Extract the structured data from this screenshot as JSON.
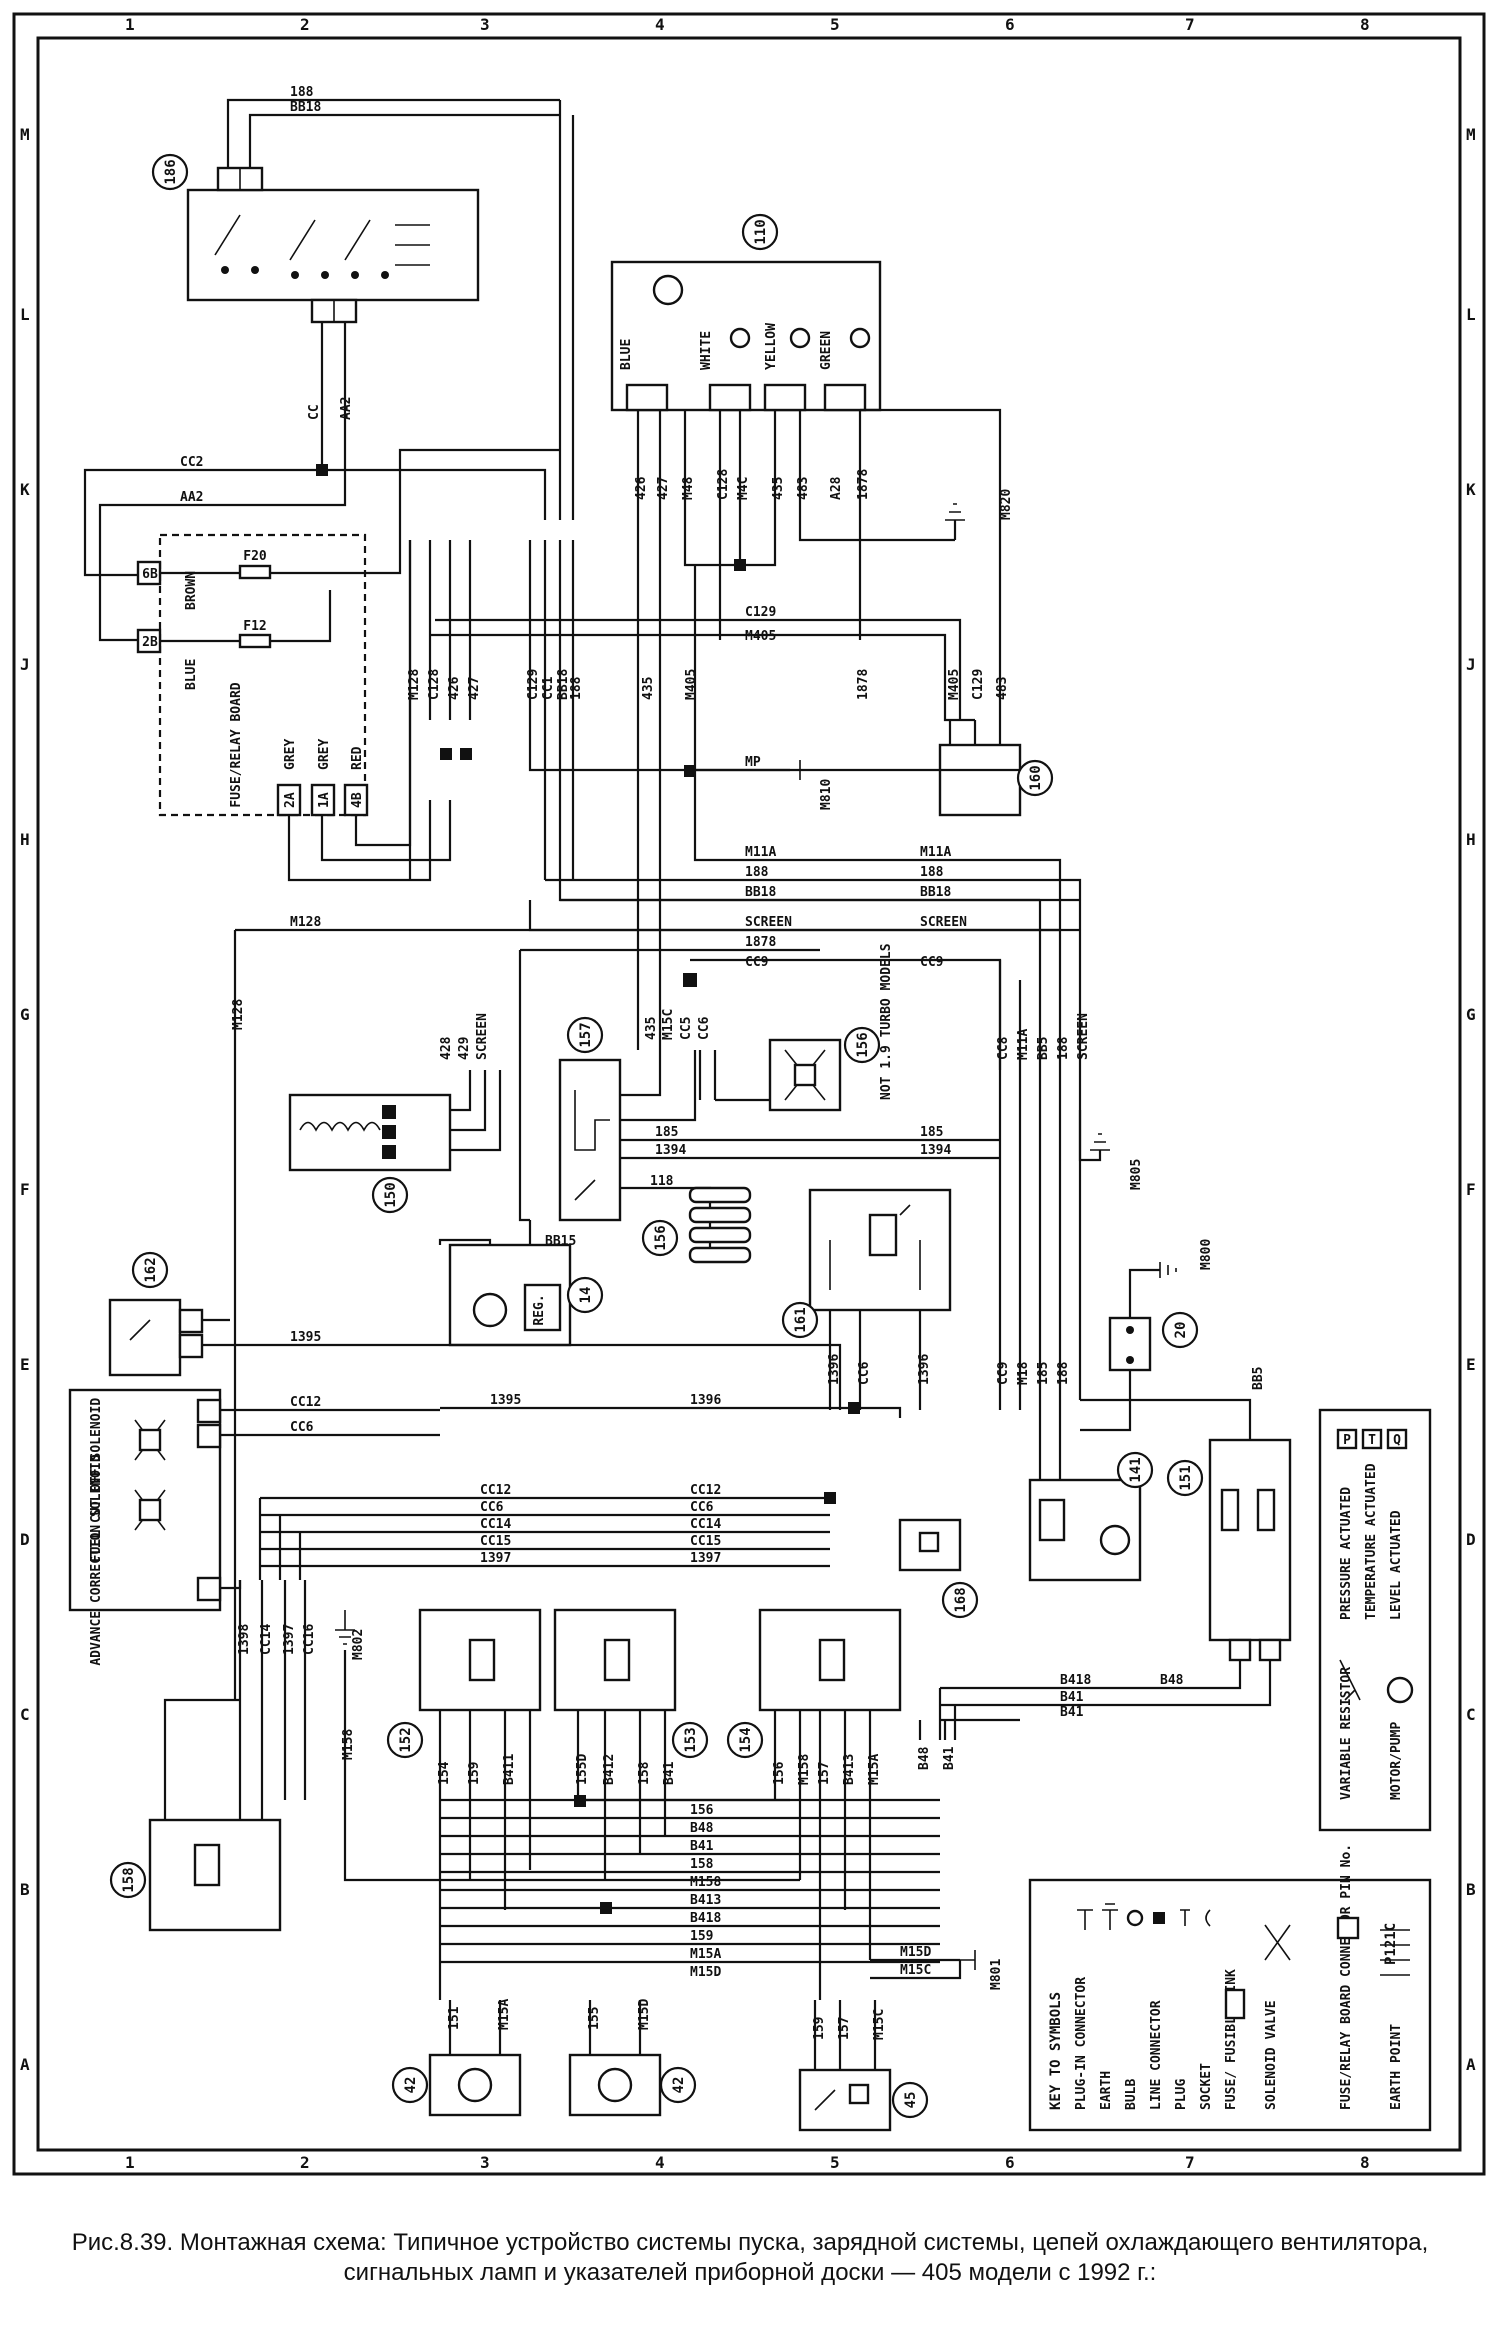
{
  "caption": {
    "line1": "Рис.8.39. Монтажная схема: Типичное устройство системы пуска, зарядной системы, цепей охлаждающего вентилятора,",
    "line2": "сигнальных ламп и указателей приборной доски — 405 модели с 1992 г.:"
  },
  "grid": {
    "columns": [
      "1",
      "2",
      "3",
      "4",
      "5",
      "6",
      "7",
      "8"
    ],
    "rows": [
      "A",
      "B",
      "C",
      "D",
      "E",
      "F",
      "G",
      "H",
      "J",
      "K",
      "L",
      "M"
    ]
  },
  "components": {
    "c186": "186",
    "c110": "110",
    "c160": "160",
    "c157": "157",
    "c156a": "156",
    "c156b": "156",
    "c150": "150",
    "c14": "14",
    "c162": "162",
    "c161": "161",
    "c20": "20",
    "c168": "168",
    "c141": "141",
    "c151": "151",
    "c152": "152",
    "c153": "153",
    "c154": "154",
    "c158": "158",
    "c42a": "42",
    "c42b": "42",
    "c45": "45",
    "c46_label": "NOT 1.9 TURBO MODELS",
    "fuse_board": "FUSE/RELAY BOARD",
    "fuel_cutoff": "FUEL CUT OFF SOLENOID",
    "advance_correction": "ADVANCE CORRECTION SOLENOID",
    "reg": "REG."
  },
  "earth_points": [
    "M820",
    "M810",
    "M805",
    "M800",
    "M802",
    "M801"
  ],
  "wire_labels": {
    "top": [
      "188",
      "BB18",
      "CC",
      "AA2",
      "CC2",
      "AA2",
      "F20",
      "F12",
      "BROWN",
      "BLUE",
      "GREY",
      "GREY",
      "RED",
      "2A",
      "1A",
      "4B",
      "6B",
      "2B"
    ],
    "instrument": [
      "BLUE",
      "WHITE",
      "YELLOW",
      "GREEN",
      "426",
      "427",
      "M48",
      "C128",
      "M4C",
      "435",
      "483",
      "A28",
      "1878",
      "C129",
      "M405",
      "M405",
      "C129",
      "483"
    ],
    "mid": [
      "M128",
      "C128",
      "426",
      "427",
      "C129",
      "CC1",
      "BB18",
      "188",
      "435",
      "M405",
      "1878",
      "MP",
      "M11A",
      "188",
      "BB18",
      "SCREEN",
      "1878",
      "CC9",
      "M11A",
      "188",
      "BB18",
      "SCREEN",
      "CC9",
      "428",
      "429",
      "SCREEN",
      "M128"
    ],
    "lower": [
      "435",
      "M15C",
      "CC5",
      "CC6",
      "CC8",
      "M11A",
      "BB5",
      "188",
      "SCREEN",
      "185",
      "1394",
      "118",
      "BB15",
      "185",
      "1394",
      "1395",
      "1396",
      "1395",
      "1396",
      "CC12",
      "CC6",
      "CC9",
      "M18",
      "185",
      "188",
      "BB5"
    ],
    "bottom": [
      "CC12",
      "CC6",
      "CC14",
      "CC15",
      "1397",
      "CC12",
      "CC6",
      "CC14",
      "CC15",
      "1397",
      "1398",
      "CC14",
      "1397",
      "CC16",
      "M158",
      "154",
      "159",
      "B411",
      "155D",
      "B412",
      "158",
      "B41",
      "156",
      "M158",
      "157",
      "B413",
      "M15A",
      "B48",
      "B41",
      "B48",
      "B41",
      "B418",
      "156",
      "B48",
      "B41",
      "158",
      "M158",
      "B413",
      "B418",
      "159",
      "M15A",
      "M15D",
      "M15D",
      "M15C",
      "151",
      "M15A",
      "155",
      "M15D",
      "159",
      "157",
      "M15C"
    ]
  },
  "key": {
    "title": "KEY TO SYMBOLS",
    "items": [
      "PLUG-IN CONNECTOR",
      "EARTH",
      "BULB",
      "LINE CONNECTOR",
      "PLUG",
      "SOCKET",
      "FUSE/ FUSIBLE LINK",
      "SOLENOID VALVE",
      "FUSE/RELAY BOARD CONNECTOR PIN No.",
      "EARTH POINT"
    ],
    "earth_code": "P121C",
    "right_items": [
      "PRESSURE ACTUATED",
      "TEMPERATURE ACTUATED",
      "LEVEL ACTUATED",
      "VARIABLE RESISTOR",
      "MOTOR/PUMP"
    ],
    "marks": [
      "P",
      "T",
      "Q"
    ]
  },
  "colors": {
    "ink": "#111111",
    "paper": "#ffffff"
  }
}
